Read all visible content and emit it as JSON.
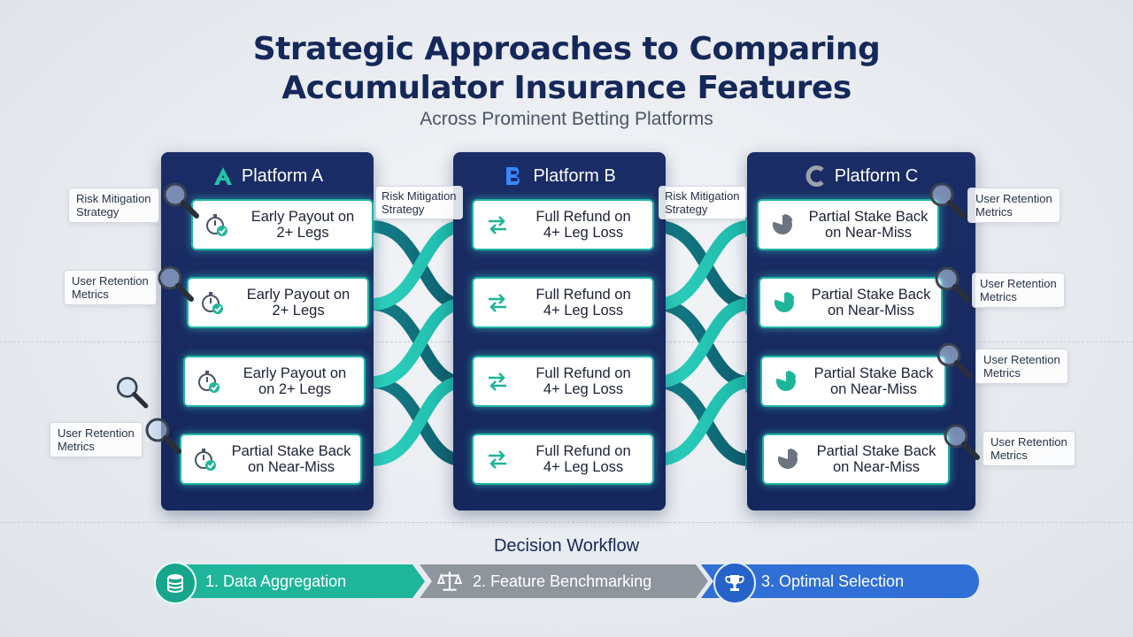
{
  "header": {
    "title_line1": "Strategic Approaches to Comparing",
    "title_line2": "Accumulator Insurance Features",
    "subtitle": "Across Prominent Betting Platforms"
  },
  "platforms": [
    {
      "name": "Platform A",
      "logo": "letter-a-logo",
      "cards": [
        {
          "line1": "Early Payout on",
          "line2": "2+ Legs",
          "icon": "stopwatch-check-icon"
        },
        {
          "line1": "Early Payout on",
          "line2": "2+ Legs",
          "icon": "stopwatch-check-icon"
        },
        {
          "line1": "Early Payout on",
          "line2": "on 2+ Legs",
          "icon": "stopwatch-check-icon"
        },
        {
          "line1": "Partial Stake Back",
          "line2": "on Near-Miss",
          "icon": "stopwatch-check-icon"
        }
      ]
    },
    {
      "name": "Platform B",
      "logo": "letter-b-logo",
      "cards": [
        {
          "line1": "Full Refund on",
          "line2": "4+ Leg Loss",
          "icon": "swap-arrows-icon"
        },
        {
          "line1": "Full Refund on",
          "line2": "4+ Leg Loss",
          "icon": "swap-arrows-icon"
        },
        {
          "line1": "Full Refund on",
          "line2": "4+ Leg Loss",
          "icon": "swap-arrows-icon"
        },
        {
          "line1": "Full Refund on",
          "line2": "4+ Leg Loss",
          "icon": "swap-arrows-icon"
        }
      ]
    },
    {
      "name": "Platform C",
      "logo": "letter-c-logo",
      "cards": [
        {
          "line1": "Partial Stake Back",
          "line2": "on Near-Miss",
          "icon": "pie-chart-icon",
          "color": "#6b7480"
        },
        {
          "line1": "Partial Stake Back",
          "line2": "on Near-Miss",
          "icon": "pie-chart-icon",
          "color": "#1fb59a"
        },
        {
          "line1": "Partial Stake Back",
          "line2": "on Near-Miss",
          "icon": "pie-chart-icon",
          "color": "#1fb59a"
        },
        {
          "line1": "Partial Stake Back",
          "line2": "on Near-Miss",
          "icon": "pie-chart-icon",
          "color": "#6b7480"
        }
      ]
    }
  ],
  "callouts": [
    {
      "line1": "Risk Mitigation",
      "line2": "Strategy"
    },
    {
      "line1": "User Retention",
      "line2": "Metrics"
    },
    {
      "line1": "User Retention",
      "line2": "Metrics"
    },
    {
      "line1": "Risk Mitigation",
      "line2": "Strategy"
    },
    {
      "line1": "Risk Mitigation",
      "line2": "Strategy"
    },
    {
      "line1": "User Retention",
      "line2": "Metrics"
    },
    {
      "line1": "User Retention",
      "line2": "Metrics"
    },
    {
      "line1": "User Retention",
      "line2": "Metrics"
    },
    {
      "line1": "User Retention",
      "line2": "Metrics"
    }
  ],
  "workflow": {
    "title": "Decision Workflow",
    "steps": [
      {
        "label": "1. Data Aggregation",
        "icon": "database-icon",
        "color": "#1fb59a"
      },
      {
        "label": "2. Feature Benchmarking",
        "icon": "balance-scale-icon",
        "color": "#8f959d"
      },
      {
        "label": "3. Optimal Selection",
        "icon": "trophy-icon",
        "color": "#2f6fd6"
      }
    ]
  },
  "colors": {
    "navy": "#1b2d66",
    "teal": "#1fb5a4",
    "dark_teal": "#0f6c78",
    "title": "#15285a"
  }
}
